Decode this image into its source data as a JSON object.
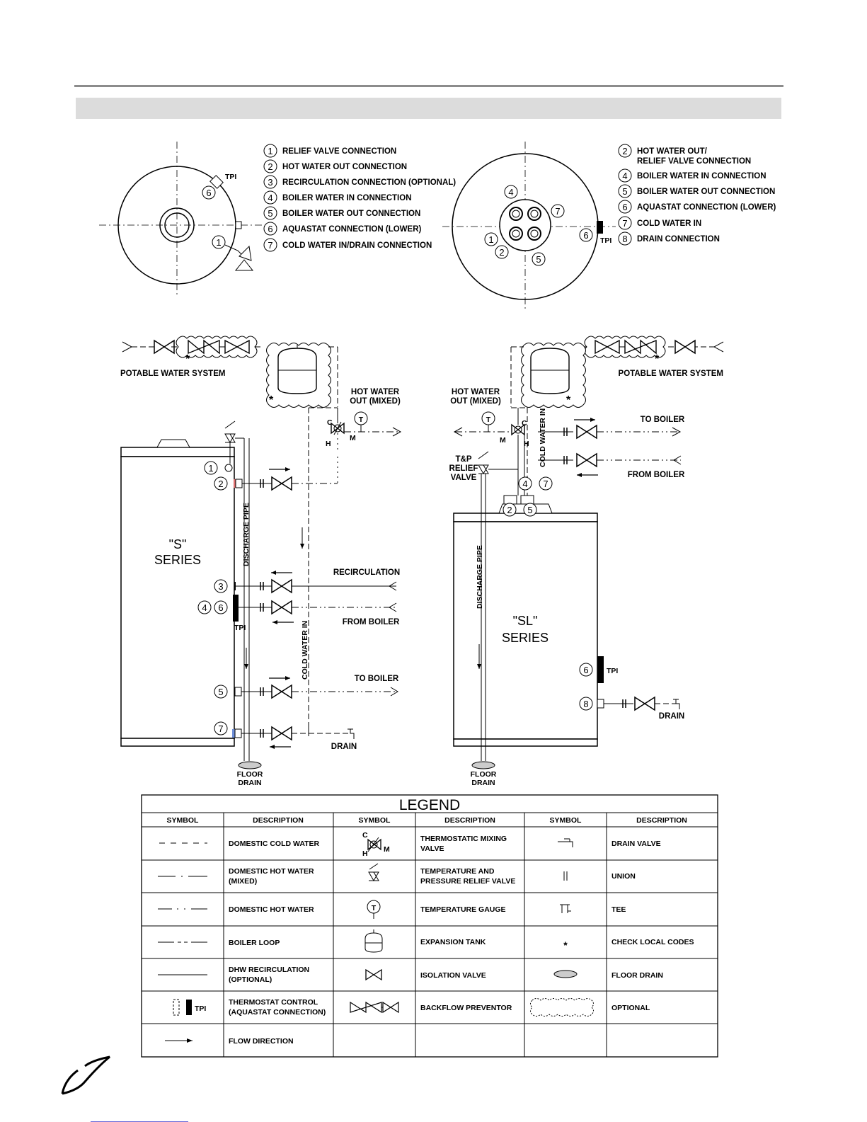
{
  "top_view_left": {
    "tpi_label": "TPI",
    "callouts": {
      "c1": "1",
      "c6": "6"
    },
    "legend": [
      {
        "num": "1",
        "text": "RELIEF VALVE CONNECTION"
      },
      {
        "num": "2",
        "text": "HOT WATER OUT CONNECTION"
      },
      {
        "num": "3",
        "text": "RECIRCULATION CONNECTION (OPTIONAL)"
      },
      {
        "num": "4",
        "text": "BOILER WATER IN CONNECTION"
      },
      {
        "num": "5",
        "text": "BOILER WATER OUT CONNECTION"
      },
      {
        "num": "6",
        "text": "AQUASTAT CONNECTION (LOWER)"
      },
      {
        "num": "7",
        "text": "COLD WATER IN/DRAIN CONNECTION"
      }
    ]
  },
  "top_view_right": {
    "tpi_label": "TPI",
    "callouts": {
      "c1": "1",
      "c2": "2",
      "c4": "4",
      "c5": "5",
      "c6": "6",
      "c7": "7"
    },
    "legend": [
      {
        "num": "2",
        "text": "HOT WATER OUT/",
        "text2": "RELIEF VALVE CONNECTION"
      },
      {
        "num": "4",
        "text": "BOILER WATER IN CONNECTION"
      },
      {
        "num": "5",
        "text": "BOILER WATER OUT CONNECTION"
      },
      {
        "num": "6",
        "text": "AQUASTAT CONNECTION (LOWER)"
      },
      {
        "num": "7",
        "text": "COLD WATER IN"
      },
      {
        "num": "8",
        "text": "DRAIN CONNECTION"
      }
    ]
  },
  "s_series": {
    "title1": "\"S\"",
    "title2": "SERIES",
    "potable": "POTABLE WATER SYSTEM",
    "hot_water_out1": "HOT WATER",
    "hot_water_out2": "OUT (MIXED)",
    "discharge_pipe": "DISCHARGE PIPE",
    "cold_water_in": "COLD WATER IN",
    "recirculation": "RECIRCULATION",
    "from_boiler": "FROM BOILER",
    "to_boiler": "TO BOILER",
    "drain": "DRAIN",
    "floor1": "FLOOR",
    "floor2": "DRAIN",
    "tpi": "TPI",
    "c": "C",
    "h": "H",
    "m": "M",
    "t": "T",
    "n1": "1",
    "n2": "2",
    "n3": "3",
    "n4": "4",
    "n6": "6",
    "n5": "5",
    "n7": "7"
  },
  "sl_series": {
    "title1": "\"SL\"",
    "title2": "SERIES",
    "potable": "POTABLE WATER SYSTEM",
    "hot_water_out1": "HOT WATER",
    "hot_water_out2": "OUT (MIXED)",
    "discharge_pipe": "DISCHARGE PIPE",
    "cold_water_in": "COLD WATER IN",
    "to_boiler": "TO BOILER",
    "from_boiler": "FROM BOILER",
    "tp1": "T&P",
    "tp2": "RELIEF",
    "tp3": "VALVE",
    "drain": "DRAIN",
    "floor1": "FLOOR",
    "floor2": "DRAIN",
    "tpi": "TPI",
    "c": "C",
    "h": "H",
    "m": "M",
    "t": "T",
    "n2": "2",
    "n4": "4",
    "n5": "5",
    "n6": "6",
    "n7": "7",
    "n8": "8"
  },
  "legend": {
    "title": "LEGEND",
    "headers": [
      "SYMBOL",
      "DESCRIPTION",
      "SYMBOL",
      "DESCRIPTION",
      "SYMBOL",
      "DESCRIPTION"
    ],
    "rows": [
      [
        "DOMESTIC COLD WATER",
        "",
        "THERMOSTATIC MIXING",
        "VALVE",
        "DRAIN VALVE"
      ],
      [
        "DOMESTIC HOT WATER",
        "(MIXED)",
        "TEMPERATURE AND",
        "PRESSURE RELIEF VALVE",
        "UNION"
      ],
      [
        "DOMESTIC HOT WATER",
        "",
        "TEMPERATURE GAUGE",
        "",
        "TEE"
      ],
      [
        "BOILER LOOP",
        "",
        "EXPANSION TANK",
        "",
        "CHECK LOCAL CODES"
      ],
      [
        "DHW RECIRCULATION",
        "(OPTIONAL)",
        "ISOLATION VALVE",
        "",
        "FLOOR DRAIN"
      ],
      [
        "THERMOSTAT CONTROL",
        "(AQUASTAT CONNECTION)",
        "BACKFLOW PREVENTOR",
        "",
        "OPTIONAL"
      ],
      [
        "FLOW DIRECTION",
        "",
        "",
        "",
        ""
      ]
    ],
    "sym": {
      "tpi": "TPI",
      "c": "C",
      "h": "H",
      "m": "M",
      "t": "T",
      "star": "*"
    }
  },
  "colors": {
    "line": "#000000",
    "header_band": "#dcdcdc",
    "rule": "#8c8c8c",
    "red": "#e07070",
    "blue": "#6f8fd8",
    "footer_link": "#3333cc"
  }
}
